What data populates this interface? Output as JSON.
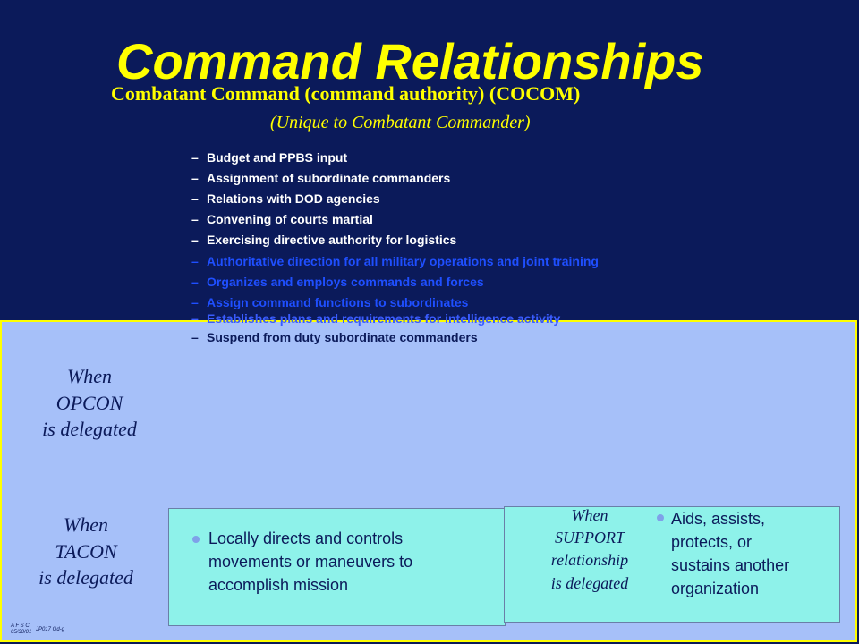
{
  "slide": {
    "title": "Command Relationships",
    "subtitle": "Combatant Command (command authority)  (COCOM)",
    "note": "(Unique to Combatant Commander)"
  },
  "bullets": [
    {
      "dash": "–",
      "text": "Budget and PPBS input",
      "color": "#ffffff"
    },
    {
      "dash": "–",
      "text": "Assignment of subordinate commanders",
      "color": "#ffffff"
    },
    {
      "dash": "–",
      "text": "Relations with DOD agencies",
      "color": "#ffffff"
    },
    {
      "dash": "–",
      "text": "Convening of courts martial",
      "color": "#ffffff"
    },
    {
      "dash": "–",
      "text": "Exercising directive authority for logistics",
      "color": "#ffffff"
    },
    {
      "dash": "–",
      "text": "Authoritative direction for all military operations and joint training",
      "color": "#1f4fff"
    },
    {
      "dash": "–",
      "text": "Organizes and employs commands and forces",
      "color": "#1f4fff"
    },
    {
      "dash": "–",
      "text": "Assign command functions to subordinates",
      "color": "#1f4fff"
    },
    {
      "dash": "–",
      "text": "Establishes plans and requirements for intelligence activity",
      "color": "#1f4fff"
    },
    {
      "dash": "–",
      "text": "Suspend from duty subordinate commanders",
      "color": "#0b1a5a"
    }
  ],
  "panel": {
    "opcon_label": "When OPCON is delegated",
    "opcon_line1": "When",
    "opcon_line2": "OPCON",
    "opcon_line3": "is delegated",
    "tacon_line1": "When",
    "tacon_line2": "TACON",
    "tacon_line3": "is delegated",
    "tacon_box_text_1": "Locally directs and controls",
    "tacon_box_text_2": "movements or  maneuvers to",
    "tacon_box_text_3": "accomplish mission",
    "support_line1": "When",
    "support_line2": "SUPPORT",
    "support_line3": "relationship",
    "support_line4": "is delegated",
    "support_text_1": "Aids, assists,",
    "support_text_2": "protects, or",
    "support_text_3": "sustains another",
    "support_text_4": "organization"
  },
  "footer": {
    "line1": "A F S C",
    "line2": "05/30/01",
    "code": "JP017  Gd-g"
  },
  "colors": {
    "background": "#0b1a5a",
    "title": "#ffff00",
    "panel": "#a6c0f9",
    "box": "#8ef2ea"
  }
}
